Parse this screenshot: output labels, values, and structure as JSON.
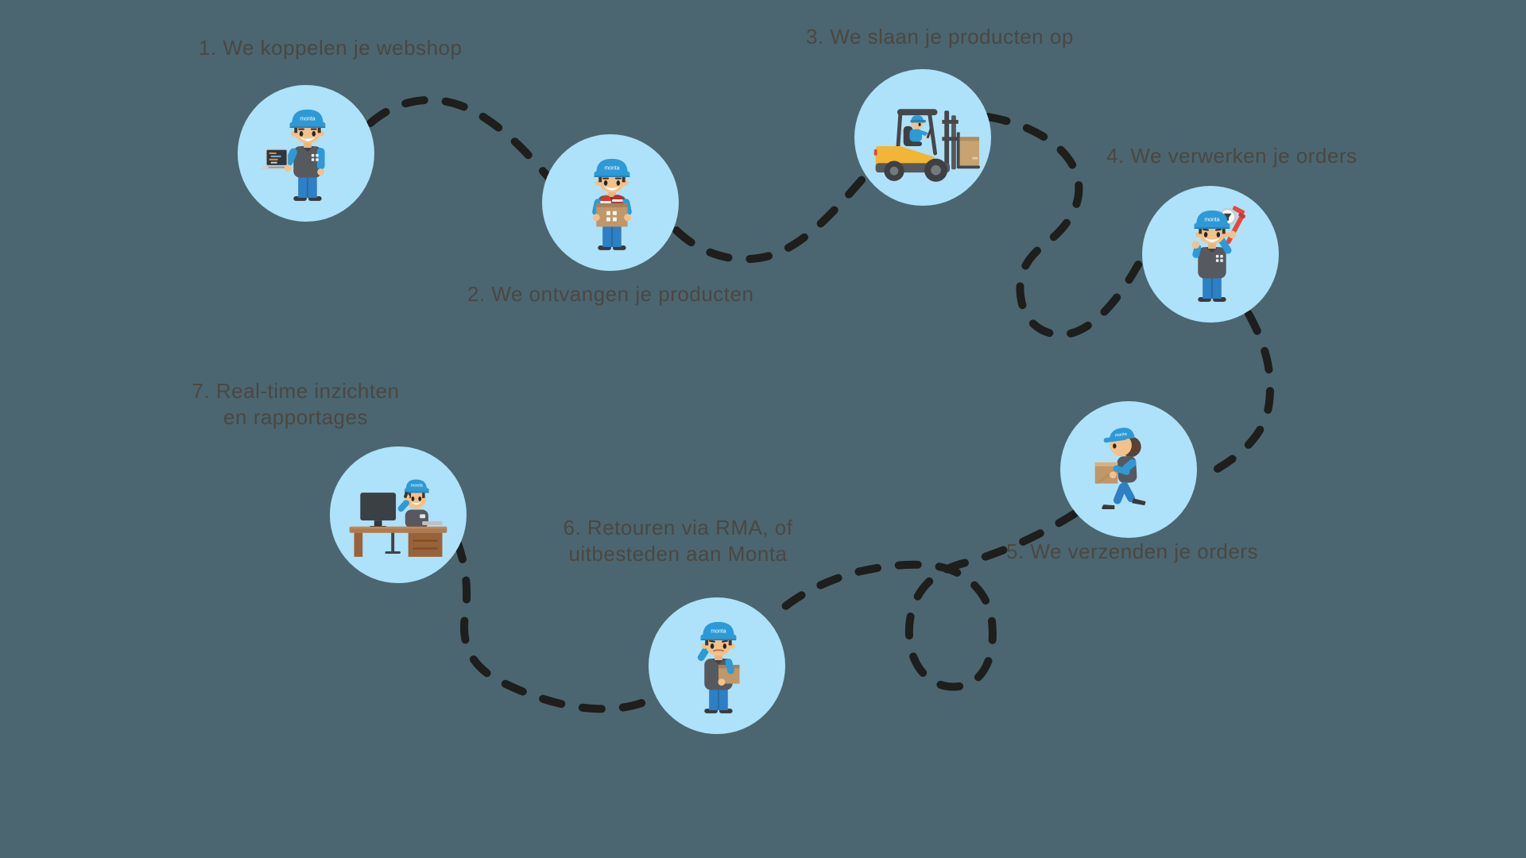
{
  "brand": "monta",
  "colors": {
    "background": "#4b6670",
    "circle_fill": "#aee2fa",
    "route_dash": "#1e1e1c",
    "label_text": "#4a4742",
    "cap_blue": "#2d9ad6",
    "pants_blue": "#2e7fc4",
    "vest_gray": "#56595e",
    "skin": "#f3c18a",
    "box_brown": "#c09768",
    "forklift_yellow": "#f2b535",
    "wrench_red": "#e24a3c",
    "desk_brown": "#a9713f"
  },
  "steps": [
    {
      "number": "1",
      "label": "1. We koppelen je webshop",
      "character": "worker holding laptop"
    },
    {
      "number": "2",
      "label": "2. We ontvangen je producten",
      "character": "worker holding box of products"
    },
    {
      "number": "3",
      "label": "3. We slaan je producten op",
      "character": "forklift storing a box"
    },
    {
      "number": "4",
      "label": "4. We verwerken je orders",
      "character": "worker with pipe wrench and magnifier"
    },
    {
      "number": "5",
      "label": "5. We verzenden je orders",
      "character": "worker walking with parcel"
    },
    {
      "number": "6",
      "label": "6. Retouren via RMA, of\nuitbesteden aan Monta",
      "character": "worker thinking with return box"
    },
    {
      "number": "7",
      "label": "7. Real-time inzichten\nen rapportages",
      "character": "worker at desk with monitor"
    }
  ]
}
